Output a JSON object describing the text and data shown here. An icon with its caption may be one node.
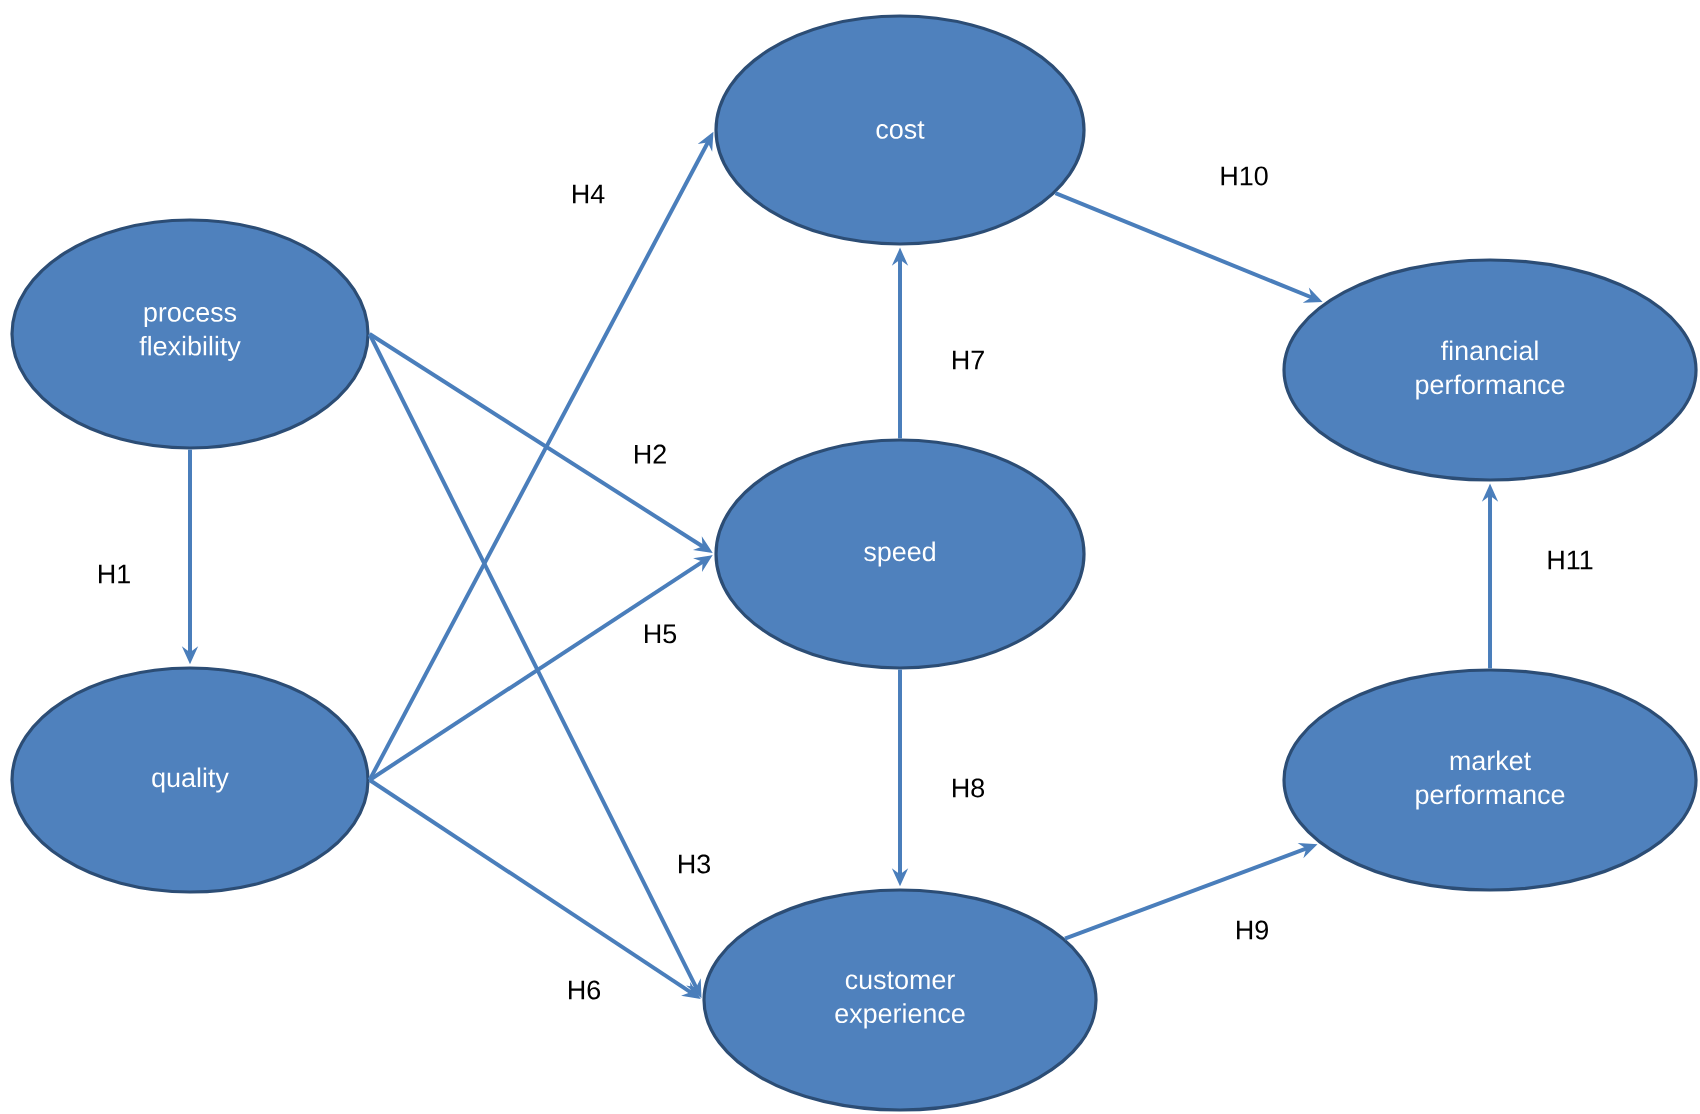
{
  "diagram": {
    "nodes": [
      {
        "text": [
          "process flexibility"
        ]
      },
      {
        "text": [
          "quality"
        ]
      },
      {
        "text": [
          "cost"
        ]
      },
      {
        "text": [
          "speed"
        ]
      },
      {
        "text": [
          "customer experience"
        ]
      },
      {
        "text": [
          "financial performance"
        ]
      },
      {
        "text": [
          "market performance"
        ]
      }
    ],
    "edges": [
      {
        "from": 0,
        "to": 1,
        "arrow": "to",
        "label": "H1"
      },
      {
        "from": 0,
        "to": 3,
        "arrow": "to",
        "label": "H2"
      },
      {
        "from": 0,
        "to": 4,
        "arrow": "to",
        "label": "H3"
      },
      {
        "from": 1,
        "to": 2,
        "arrow": "to",
        "label": "H4"
      },
      {
        "from": 1,
        "to": 3,
        "arrow": "to",
        "label": "H5"
      },
      {
        "from": 1,
        "to": 4,
        "arrow": "to",
        "label": "H6"
      },
      {
        "from": 3,
        "to": 2,
        "arrow": "to",
        "label": "H7"
      },
      {
        "from": 3,
        "to": 4,
        "arrow": "to",
        "label": "H8"
      },
      {
        "from": 4,
        "to": 6,
        "arrow": "to",
        "label": "H9"
      },
      {
        "from": 2,
        "to": 5,
        "arrow": "to",
        "label": "H10"
      },
      {
        "from": 6,
        "to": 5,
        "arrow": "to",
        "label": "H11"
      }
    ]
  }
}
